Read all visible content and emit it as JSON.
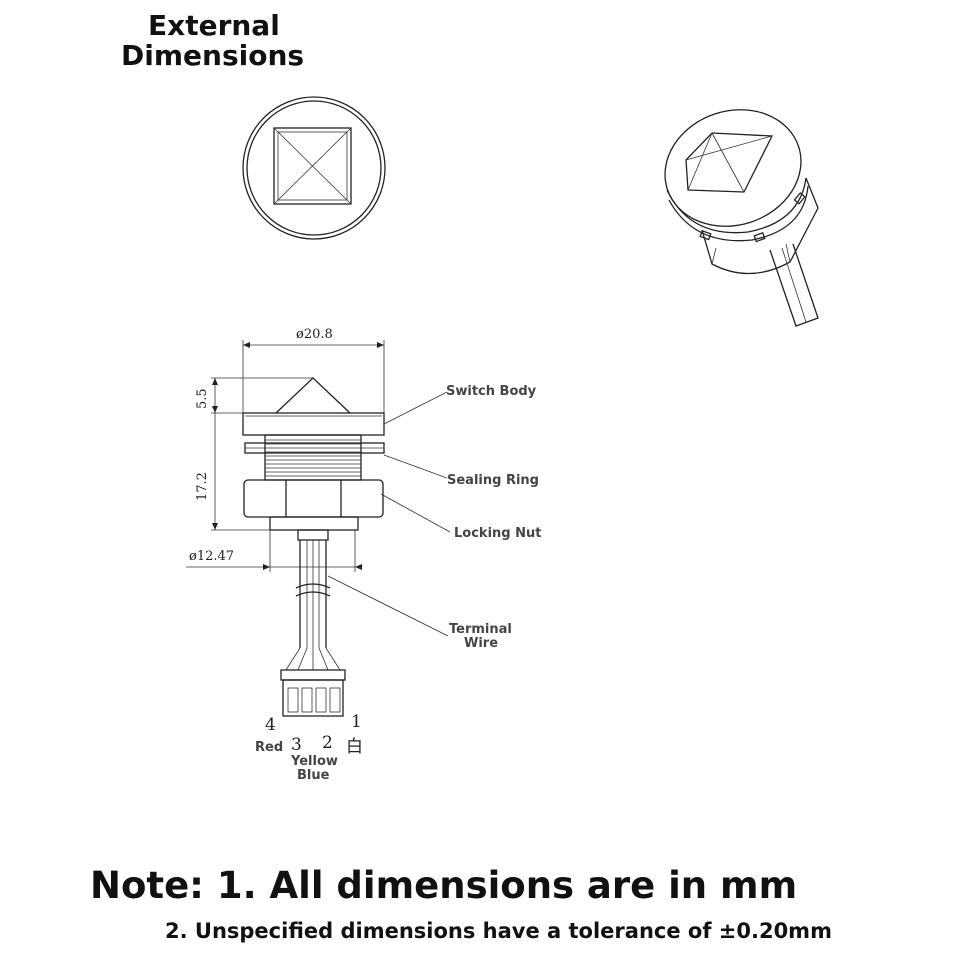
{
  "title": {
    "line1": "External",
    "line2": "Dimensions"
  },
  "dimensions": {
    "diameter_top": "ø20.8",
    "height_cap": "5.5",
    "height_body": "17.2",
    "diameter_thread": "ø12.47"
  },
  "labels": {
    "switch_body": "Switch Body",
    "sealing_ring": "Sealing Ring",
    "locking_nut": "Locking Nut",
    "terminal_wire_1": "Terminal",
    "terminal_wire_2": "Wire"
  },
  "pins": {
    "pin4": "4",
    "pin3": "3",
    "pin2": "2",
    "pin1": "1",
    "red": "Red",
    "white": "白",
    "yellow": "Yellow",
    "blue": "Blue"
  },
  "notes": {
    "note1": "Note: 1. All dimensions are in mm",
    "note2": "2. Unspecified dimensions have a tolerance of ±0.20mm"
  }
}
